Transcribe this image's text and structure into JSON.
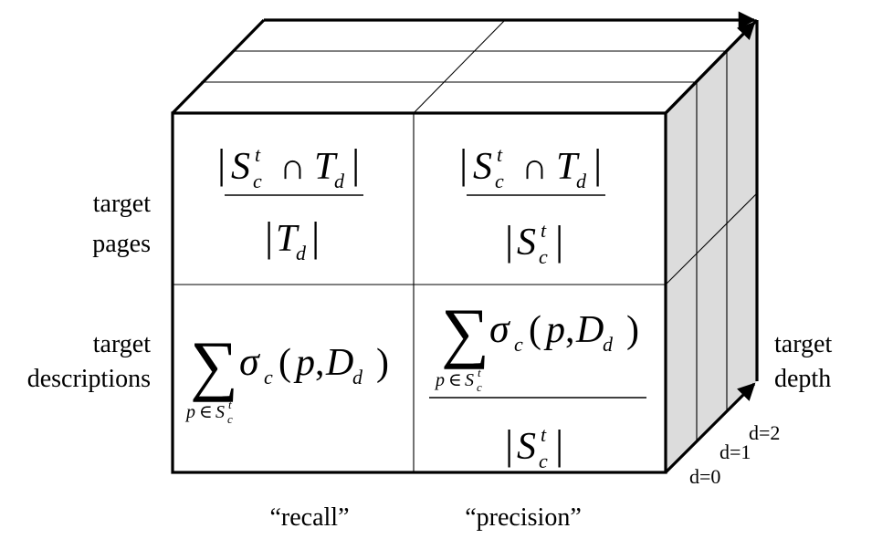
{
  "labels": {
    "row_top_line1": "target",
    "row_top_line2": "pages",
    "row_bottom_line1": "target",
    "row_bottom_line2": "descriptions",
    "depth_line1": "target",
    "depth_line2": "depth",
    "col_left": "“recall”",
    "col_right": "“precision”",
    "d0": "d=0",
    "d1": "d=1",
    "d2": "d=2"
  },
  "formulas": {
    "S": "S",
    "T": "T",
    "sub_c": "c",
    "sup_t": "t",
    "sub_d": "d",
    "cap": "∩",
    "sum": "∑",
    "sigma": "σ",
    "p": "p",
    "D": "D",
    "open_paren": "(",
    "close_paren": ")",
    "comma": ",",
    "in": "∈",
    "bar": "|"
  },
  "colors": {
    "line": "#000000",
    "side_face": "#dcdcdc",
    "background": "#ffffff"
  }
}
